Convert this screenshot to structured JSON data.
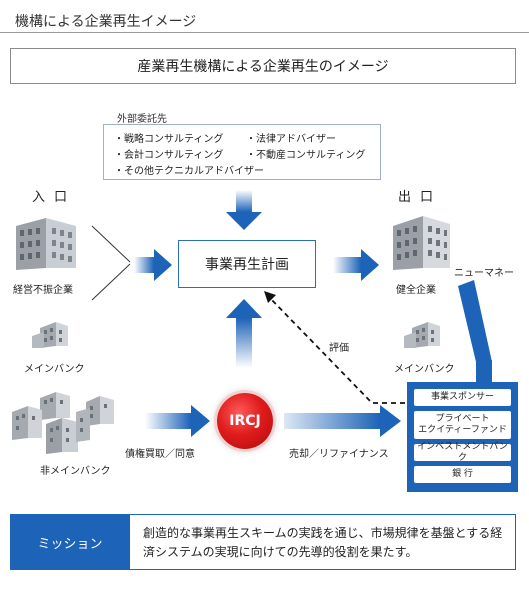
{
  "page_title": "機構による企業再生イメージ",
  "diagram_title": "産業再生機構による企業再生のイメージ",
  "external": {
    "label": "外部委託先",
    "items": [
      "・戦略コンサルティング",
      "・法律アドバイザー",
      "・会計コンサルティング",
      "・不動産コンサルティング",
      "・その他テクニカルアドバイザー"
    ]
  },
  "entrance_label": "入口",
  "exit_label": "出口",
  "plan_label": "事業再生計画",
  "ircj_label": "IRCJ",
  "left": {
    "distressed": "経営不振企業",
    "main_bank": "メインバンク",
    "non_main_bank": "非メインバンク"
  },
  "right": {
    "healthy": "健全企業",
    "main_bank": "メインバンク",
    "new_money": "ニューマネー"
  },
  "flows": {
    "evaluation": "評価",
    "claim_purchase": "債権買取／同意",
    "sale_refinance": "売却／リファイナンス"
  },
  "sponsors": [
    "事業スポンサー",
    "プライベート\nエクイティーファンド",
    "インベストメントバンク",
    "銀 行"
  ],
  "mission": {
    "label": "ミッション",
    "text": "創造的な事業再生スキームの実践を通じ、市場規律を基盤とする経済システムの実現に向けての先導的役割を果たす。"
  },
  "colors": {
    "accent_blue": "#1d63b7",
    "ircj_red": "#e01c1c"
  }
}
